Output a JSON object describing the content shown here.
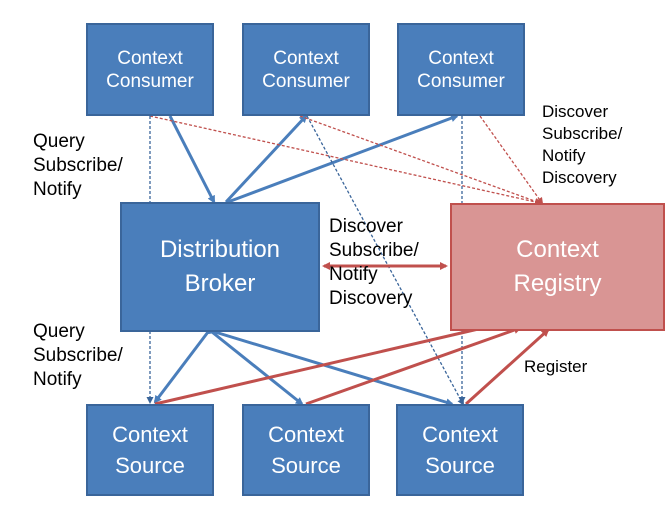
{
  "nodes": {
    "consumer_1": "Context\nConsumer",
    "consumer_2": "Context\nConsumer",
    "consumer_3": "Context\nConsumer",
    "broker": "Distribution\nBroker",
    "registry": "Context\nRegistry",
    "source_1": "Context\nSource",
    "source_2": "Context\nSource",
    "source_3": "Context\nSource"
  },
  "labels": {
    "top_left": "Query\nSubscribe/\nNotify",
    "top_right": "Discover\nSubscribe/\nNotify\nDiscovery",
    "middle": "Discover\nSubscribe/\nNotify\nDiscovery",
    "bottom_left": "Query\nSubscribe/\nNotify",
    "register": "Register"
  },
  "colors": {
    "blue_fill": "#4a7ebb",
    "blue_line": "#4a7ebb",
    "red_fill": "#d99594",
    "red_line": "#c0504d"
  }
}
